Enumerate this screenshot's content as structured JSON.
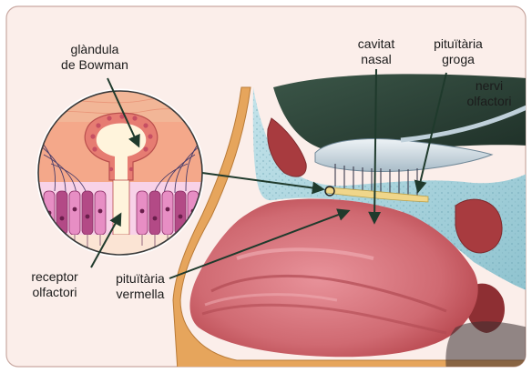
{
  "labels": {
    "bowman_gland": {
      "line1": "glàndula",
      "line2": "de Bowman"
    },
    "nasal_cavity": {
      "line1": "cavitat",
      "line2": "nasal"
    },
    "yellow_pituitary": {
      "line1": "pituïtària",
      "line2": "groga"
    },
    "olfactory_nerve": {
      "line1": "nervi",
      "line2": "olfactori"
    },
    "olfactory_receptor": {
      "line1": "receptor",
      "line2": "olfactori"
    },
    "red_pituitary": {
      "line1": "pituïtària",
      "line2": "vermella"
    }
  },
  "colors": {
    "panel_background": "#fbeeea",
    "panel_border": "#c9a9a2",
    "mucosa_red": "#c65a5e",
    "mucosa_pink": "#e48c93",
    "bone_blue": "#a9d3dc",
    "cartilage_gold": "#e6a55c",
    "dark_tissue": "#263b30",
    "arrow_green": "#1f3a2c",
    "nerve_dark": "#3b3b4c",
    "bowman_gland": "#fff4dc",
    "epithelium_pink": "#e78ec4",
    "receptor_cell": "#b34a86"
  }
}
